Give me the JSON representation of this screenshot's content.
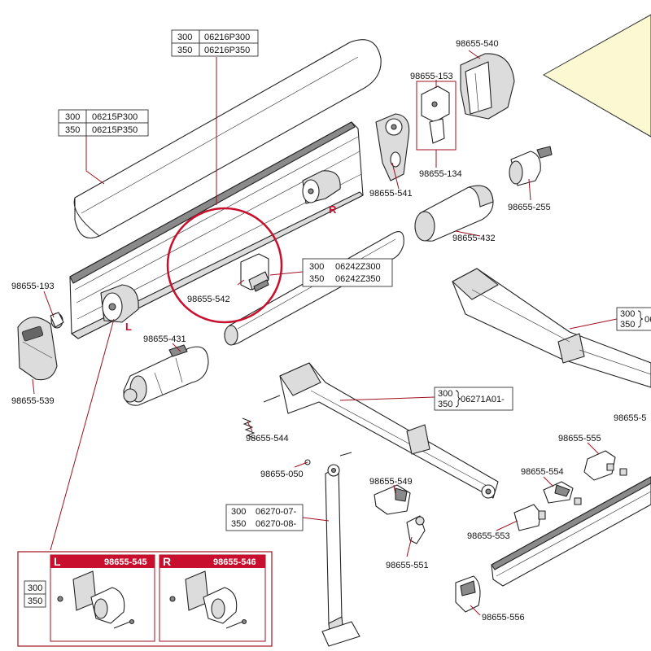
{
  "colors": {
    "accent_red": "#c8102e",
    "leader_red": "#a01020",
    "fabric": "#fbf8d2"
  },
  "side_letters": {
    "right": "R",
    "left": "L"
  },
  "parts": {
    "p_540": "98655-540",
    "p_153": "98655-153",
    "p_134": "98655-134",
    "p_541": "98655-541",
    "p_255": "98655-255",
    "p_432": "98655-432",
    "p_193": "98655-193",
    "p_539": "98655-539",
    "p_542": "98655-542",
    "p_431": "98655-431",
    "p_544": "98655-544",
    "p_050": "98655-050",
    "p_549": "98655-549",
    "p_551": "98655-551",
    "p_555": "98655-555",
    "p_554": "98655-554",
    "p_553": "98655-553",
    "p_556": "98655-556",
    "p_right_cut": "98655-5"
  },
  "ref_boxes": {
    "cover_top": {
      "rows": [
        {
          "size": "300",
          "code": "06216P300"
        },
        {
          "size": "350",
          "code": "06216P350"
        }
      ]
    },
    "cover_front": {
      "rows": [
        {
          "size": "300",
          "code": "06215P300"
        },
        {
          "size": "350",
          "code": "06215P350"
        }
      ]
    },
    "roller": {
      "rows": [
        {
          "size": "300",
          "code": "06242Z300"
        },
        {
          "size": "350",
          "code": "06242Z350"
        }
      ]
    },
    "arm": {
      "size1": "300",
      "size2": "350",
      "code": "06271A01-"
    },
    "leg": {
      "rows": [
        {
          "size": "300",
          "code": "06270-07-"
        },
        {
          "size": "350",
          "code": "06270-08-"
        }
      ]
    },
    "arm_right": {
      "size1": "300",
      "size2": "350",
      "code": "06"
    }
  },
  "kit": {
    "sizes": [
      "300",
      "350"
    ],
    "left": {
      "letter": "L",
      "part": "98655-545"
    },
    "right": {
      "letter": "R",
      "part": "98655-546"
    }
  }
}
